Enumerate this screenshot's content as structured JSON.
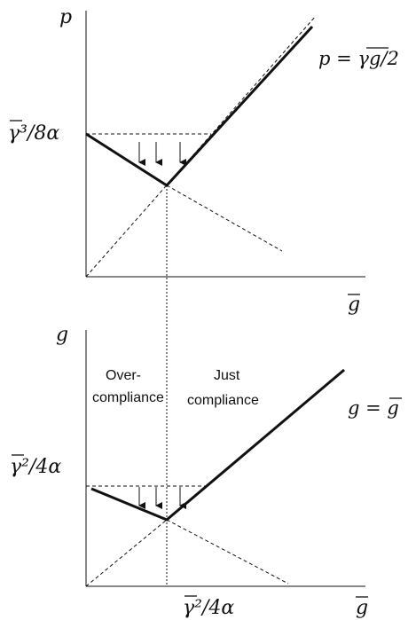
{
  "top_panel": {
    "y_axis_label": "p",
    "x_axis_label": "g",
    "intercept_label": "γ³/8α",
    "curve_label": "p = γg/2"
  },
  "bottom_panel": {
    "y_axis_label": "g",
    "x_axis_label": "g",
    "intercept_label": "γ²/4α",
    "x_tick_label": "γ²/4α",
    "curve_label": "g = g",
    "region_left_line1": "Over-",
    "region_left_line2": "compliance",
    "region_right_line1": "Just",
    "region_right_line2": "compliance"
  },
  "colors": {
    "ink": "#111111"
  }
}
